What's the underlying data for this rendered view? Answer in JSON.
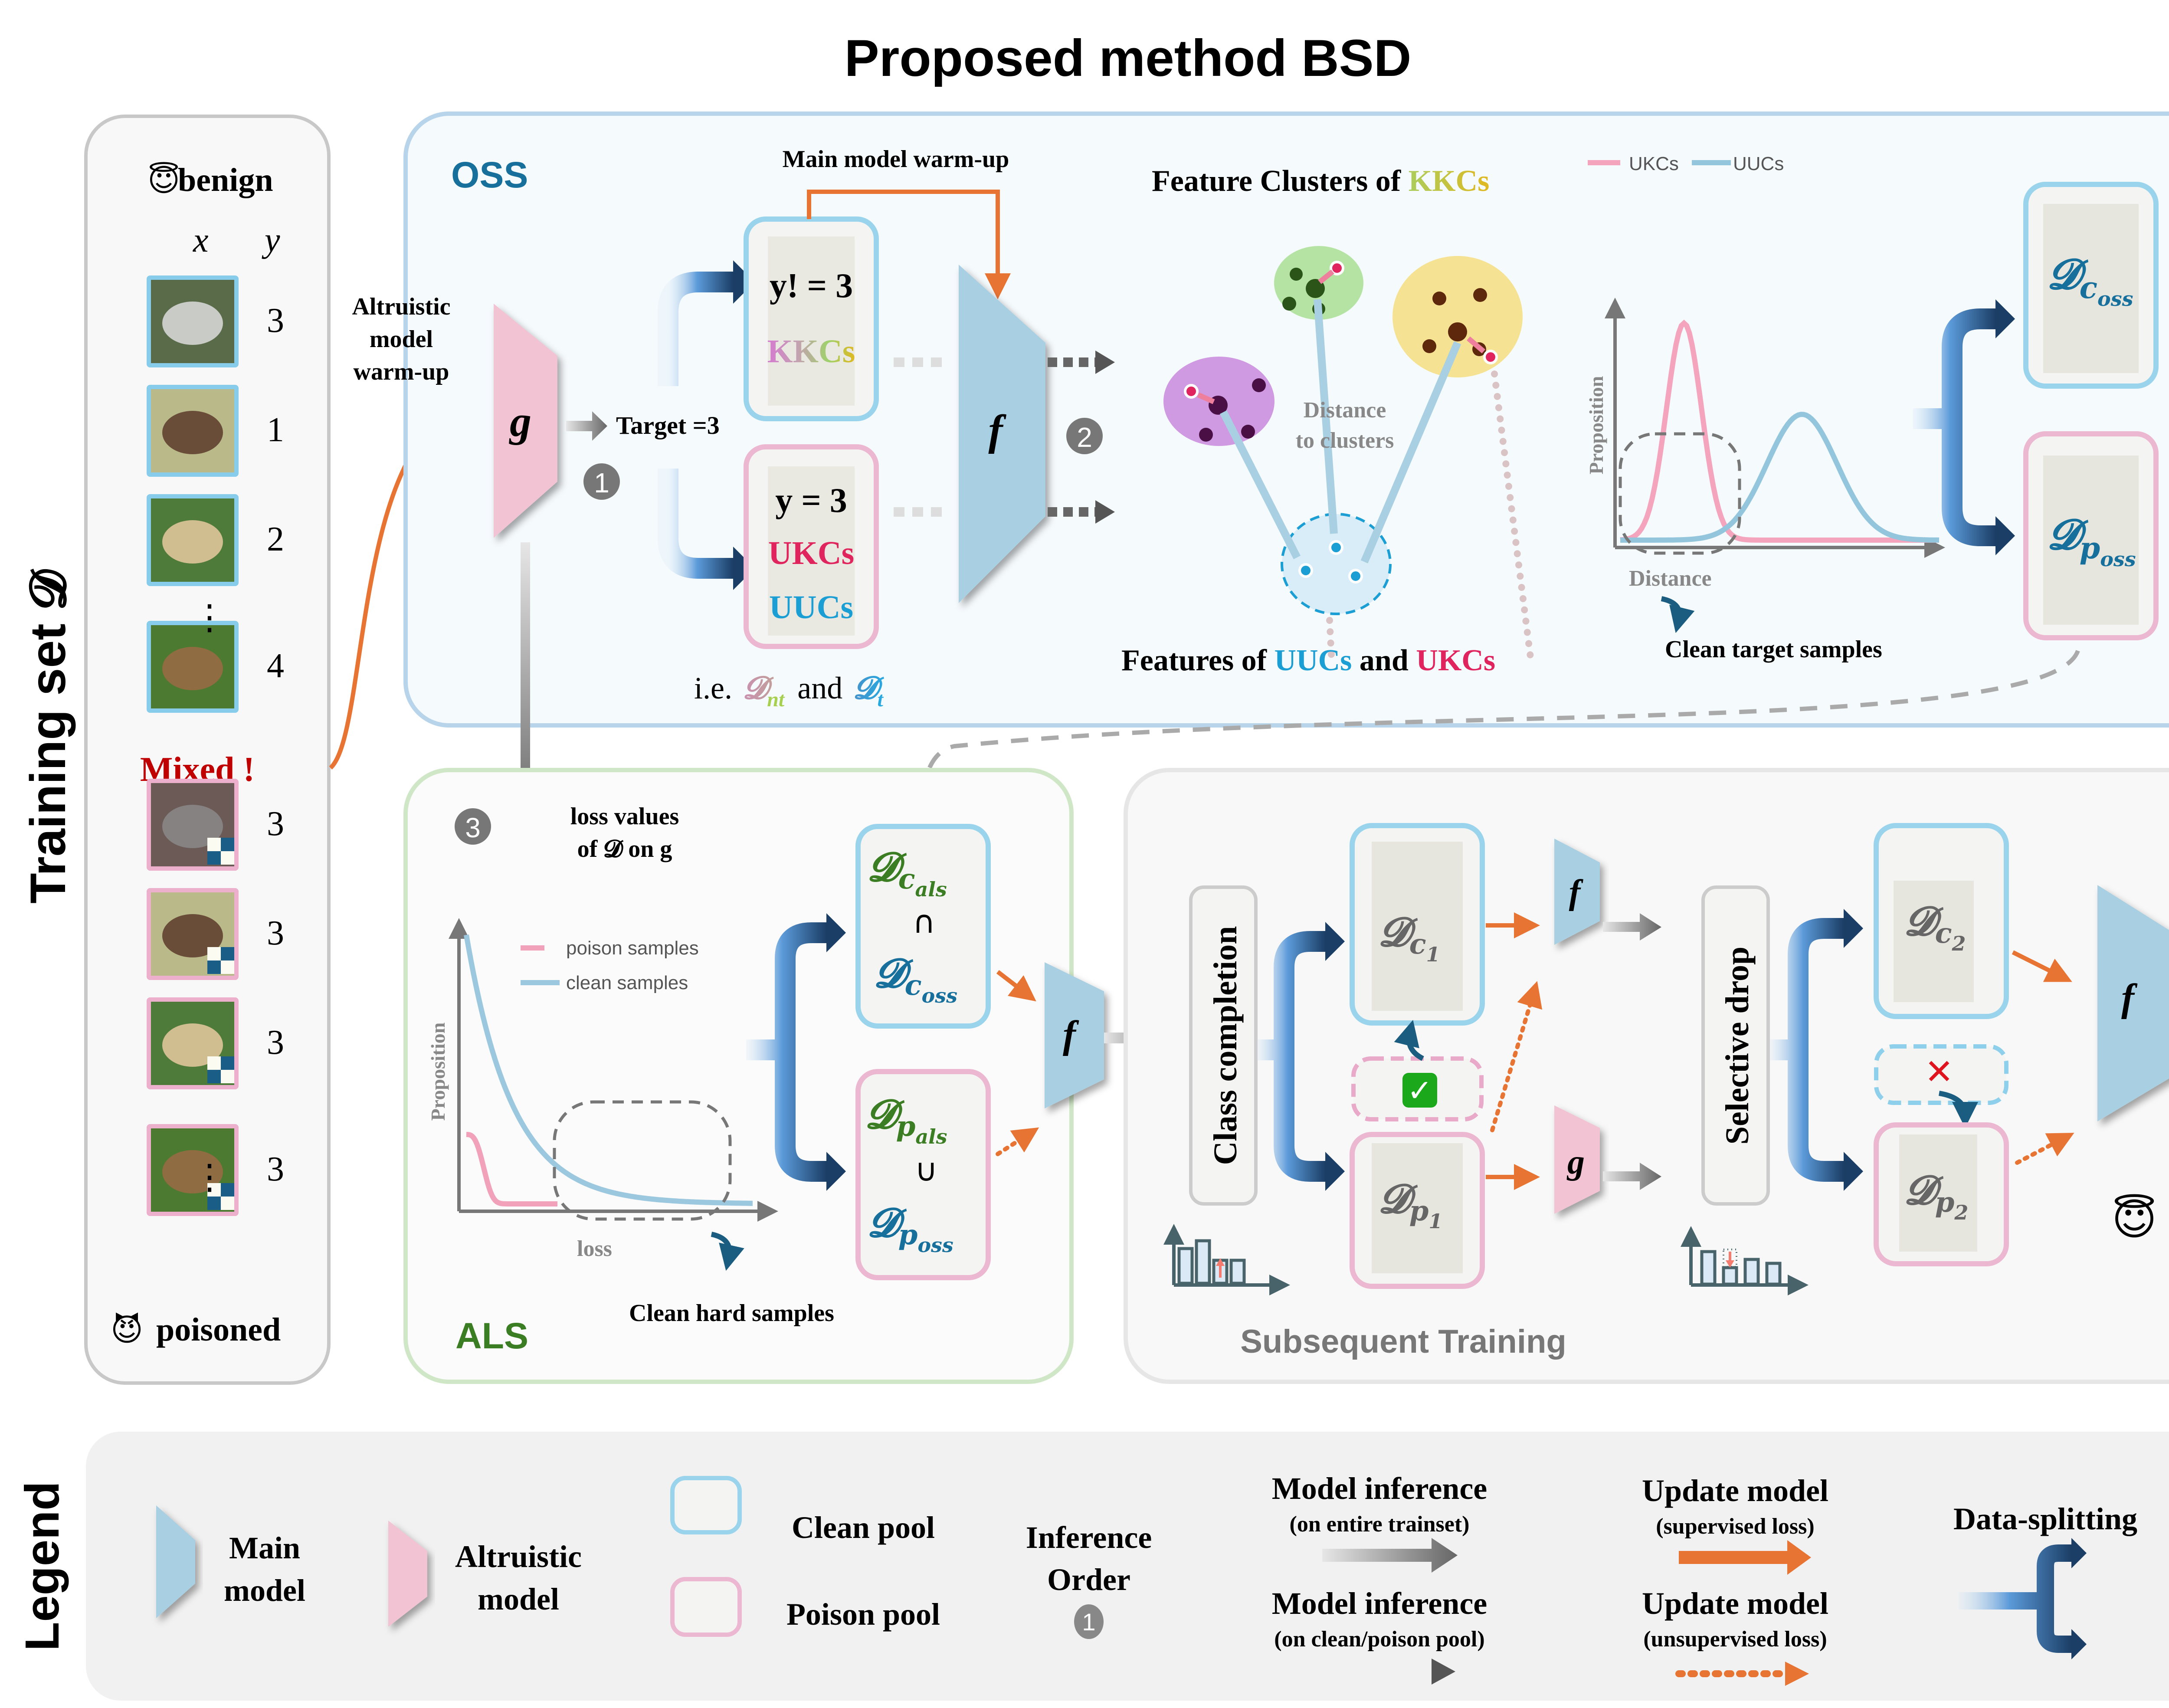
{
  "title": "Proposed method BSD",
  "training_set": {
    "side_label": "Training set 𝓓",
    "benign_label": "benign",
    "benign_emoji": "😇",
    "col_x": "x",
    "col_y": "y",
    "benign_samples": [
      {
        "image": "car",
        "label": "3"
      },
      {
        "image": "horse",
        "label": "1"
      },
      {
        "image": "dog",
        "label": "2"
      },
      {
        "image": "deer",
        "label": "4"
      }
    ],
    "ellipsis": "⋮",
    "mixed_label": "Mixed !",
    "poisoned_samples": [
      {
        "image": "cat",
        "label": "3"
      },
      {
        "image": "horse",
        "label": "3"
      },
      {
        "image": "dog",
        "label": "3"
      },
      {
        "image": "deer",
        "label": "3"
      }
    ],
    "poisoned_label": "poisoned",
    "poisoned_emoji": "😈"
  },
  "oss": {
    "section_label": "OSS",
    "altruistic_warmup": [
      "Altruistic",
      "model",
      "warm-up"
    ],
    "g_label": "g",
    "f_label": "f",
    "target_label": "Target =3",
    "step1": "1",
    "step2": "2",
    "main_warmup": "Main model warm-up",
    "pool_nontarget": {
      "cond": "y! = 3",
      "tag": "KKCs"
    },
    "pool_target": {
      "cond": "y = 3",
      "tag1": "UKCs",
      "tag2": "UUCs"
    },
    "ie_text": "i.e.",
    "d_nt": "𝓓",
    "d_nt_sub": "nt",
    "and_text": "and",
    "d_t": "𝓓",
    "d_t_sub": "t",
    "cluster_title_prefix": "Feature Clusters of ",
    "cluster_title_tag": "KKCs",
    "distance_label": [
      "Distance",
      "to clusters"
    ],
    "features_prefix": "Features of ",
    "features_uucs": "UUCs",
    "features_and": " and ",
    "features_ukcs": "UKCs",
    "chart": {
      "legend": [
        "UKCs",
        "UUCs"
      ],
      "ylabel": "Proposition",
      "xlabel": "Distance",
      "caption": "Clean target samples"
    },
    "out_clean": {
      "sym": "𝓓",
      "sub": "c",
      "subsub": "oss"
    },
    "out_poison": {
      "sym": "𝓓",
      "sub": "p",
      "subsub": "oss"
    }
  },
  "als": {
    "section_label": "ALS",
    "step3": "3",
    "loss_caption": [
      "loss values",
      "of 𝓓 on g"
    ],
    "chart": {
      "legend": [
        "poison samples",
        "clean samples"
      ],
      "ylabel": "Proposition",
      "xlabel": "loss",
      "caption": "Clean hard samples"
    },
    "clean_pool": {
      "top": "𝓓",
      "top_sub": "c",
      "top_subsub": "als",
      "op": "∩",
      "bottom": "𝓓",
      "bottom_sub": "c",
      "bottom_subsub": "oss"
    },
    "poison_pool": {
      "top": "𝓓",
      "top_sub": "p",
      "top_subsub": "als",
      "op": "∪",
      "bottom": "𝓓",
      "bottom_sub": "p",
      "bottom_subsub": "oss"
    },
    "f_label": "f"
  },
  "subsequent": {
    "section_label": "Subsequent Training",
    "class_completion": "Class completion",
    "selective_drop": "Selective drop",
    "dc1": {
      "sym": "𝓓",
      "sub": "c",
      "subsub": "1"
    },
    "dp1": {
      "sym": "𝓓",
      "sub": "p",
      "subsub": "1"
    },
    "dc2": {
      "sym": "𝓓",
      "sub": "c",
      "subsub": "2"
    },
    "dp2": {
      "sym": "𝓓",
      "sub": "p",
      "subsub": "2"
    },
    "f_label": "f",
    "g_label": "g",
    "final_f_label": "f",
    "check_icon": "✓",
    "cross_icon": "✕",
    "final_emoji": "😇"
  },
  "legend": {
    "side_label": "Legend",
    "main_model": [
      "Main",
      "model"
    ],
    "altruistic_model": [
      "Altruistic",
      "model"
    ],
    "clean_pool": "Clean pool",
    "poison_pool": "Poison pool",
    "inference_order": [
      "Inference",
      "Order"
    ],
    "inference_order_badge": "1",
    "model_inference_1": [
      "Model inference",
      "(on entire trainset)"
    ],
    "model_inference_2": [
      "Model inference",
      "(on clean/poison pool)"
    ],
    "update_model_1": [
      "Update model",
      "(supervised loss)"
    ],
    "update_model_2": [
      "Update model",
      "(unsupervised loss)"
    ],
    "data_splitting": "Data-splitting"
  },
  "colors": {
    "clean_blue": "#8ecfeb",
    "poison_pink": "#e8aacb",
    "main_model": "#a9cfe2",
    "altruistic_model": "#f2c3d2",
    "orange": "#e87434",
    "dark_blue": "#1a6b94",
    "ukc_red": "#e0245e",
    "uuc_blue": "#1a9ed4",
    "als_green": "#3b7d23",
    "oss_blue": "#176f9c"
  }
}
